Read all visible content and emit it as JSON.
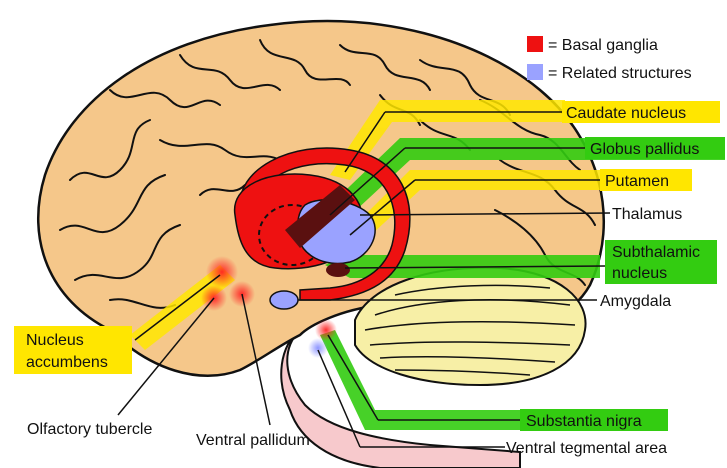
{
  "legend": {
    "basal_ganglia": {
      "label": "= Basal ganglia",
      "color": "#ee1111"
    },
    "related": {
      "label": "= Related structures",
      "color": "#9aa2ff"
    }
  },
  "labels": {
    "caudate": "Caudate nucleus",
    "globus": "Globus pallidus",
    "putamen": "Putamen",
    "thalamus": "Thalamus",
    "subthalamic_1": "Subthalamic",
    "subthalamic_2": "nucleus",
    "amygdala": "Amygdala",
    "nucleus_1": "Nucleus",
    "nucleus_2": "accumbens",
    "olfactory": "Olfactory tubercle",
    "ventral_pallidum": "Ventral pallidum",
    "substantia": "Substantia nigra",
    "vta": "Ventral tegmental area"
  },
  "colors": {
    "brain": "#f5c78a",
    "cerebellum": "#f7efa6",
    "brainstem": "#f7c9cc",
    "yellow_highlight": "#ffe600",
    "green_highlight": "#33cc11",
    "outline": "#111111"
  }
}
